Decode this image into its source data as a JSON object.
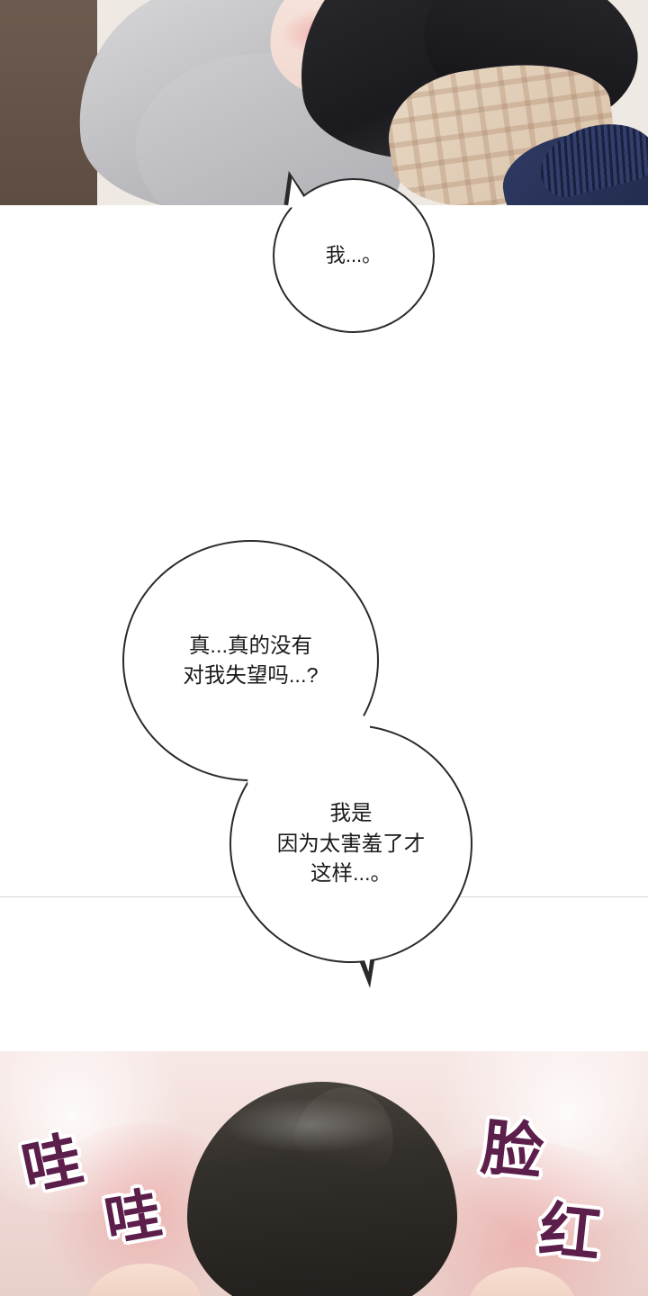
{
  "comic": {
    "panels": [
      {
        "id": "panel-top",
        "description_art": "character-embrace-scene"
      },
      {
        "id": "panel-white",
        "description_art": "blank-white-panel"
      },
      {
        "id": "panel-bottom",
        "description_art": "blushing-head-bowed-scene"
      }
    ],
    "bubbles": [
      {
        "id": "bubble-1",
        "text": "我...。"
      },
      {
        "id": "bubble-2",
        "text": "真...真的没有\n对我失望吗...?"
      },
      {
        "id": "bubble-3",
        "text": "我是\n因为太害羞了才\n这样...。"
      }
    ],
    "sfx": [
      {
        "id": "sfx-1",
        "text": "哇"
      },
      {
        "id": "sfx-2",
        "text": "哇"
      },
      {
        "id": "sfx-3",
        "text": "脸"
      },
      {
        "id": "sfx-4",
        "text": "红"
      }
    ],
    "colors": {
      "bubble_outline": "#2a2a2a",
      "bubble_fill": "#ffffff",
      "sfx_fill": "#5c1e4a",
      "sfx_stroke": "#ffffff",
      "page_background": "#ffffff",
      "bottom_panel_bg": "#f1dcd8"
    }
  }
}
